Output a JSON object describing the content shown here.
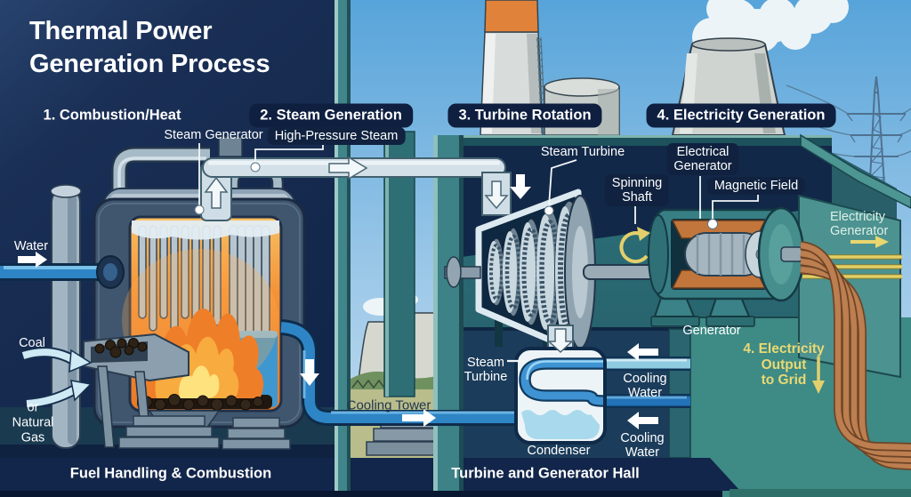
{
  "title": {
    "lines": [
      "Thermal Power",
      "Generation Process"
    ]
  },
  "steps": [
    {
      "label": "1. Combustion/Heat"
    },
    {
      "label": "2. Steam Generation"
    },
    {
      "label": "3. Turbine Rotation"
    },
    {
      "label": "4. Electricity Generation"
    }
  ],
  "combustion": {
    "water_label": "Water",
    "coal_label": "Coal",
    "natural_gas_lines": [
      "or",
      "Natural",
      "Gas"
    ],
    "steam_generator_label": "Steam Generator",
    "high_pressure_steam_label": "High-Pressure Steam"
  },
  "turbine_hall": {
    "steam_turbine_label": "Steam Turbine",
    "spinning_shaft_lines": [
      "Spinning",
      "Shaft"
    ],
    "electrical_generator_lines": [
      "Electrical",
      "Generator"
    ],
    "magnetic_field_label": "Magnetic Field",
    "generator_label": "Generator",
    "condenser_label": "Condenser",
    "condenser_steam_lines": [
      "Steam",
      "Turbine"
    ],
    "cooling_water_lines": [
      "Cooling",
      "Water"
    ],
    "cooling_tower_label": "Cooling Tower"
  },
  "electricity": {
    "generator_lines": [
      "Electricity",
      "Generator"
    ],
    "output_lines": [
      "4. Electricity",
      "Output",
      "to Grid"
    ]
  },
  "footer": {
    "left_label": "Fuel Handling & Combustion",
    "right_label": "Turbine and Generator Hall"
  },
  "icons": {
    "flow_right_arrow": "solid white right arrow",
    "flow_down_arrow": "solid white down arrow",
    "flow_left_arrow": "solid white left arrow",
    "steam_flow_arrow": "hollow outlined white arrow",
    "fuel_feed_arrow": "light blue curved arrow",
    "rotation_arrow": "yellow circular arrow",
    "electricity_arrow": "yellow straight arrow",
    "leader_dot": "white callout dot"
  },
  "colors": {
    "background_navy": "#15294d",
    "label_pill_navy": "#0e1f40",
    "teal_wall": "#2c6e76",
    "teal_light_panel": "#4c9290",
    "sky_top": "#57a4da",
    "fire_orange": "#f08433",
    "flame_core": "#fde27e",
    "water_blue": "#2e85c5",
    "cooling_light_blue": "#8fcbe0",
    "steam_pipe_gray": "#d4e0e8",
    "copper_wire": "#bd7e50",
    "electric_yellow": "#e8d66e",
    "condenser_white": "#edf4f7"
  }
}
